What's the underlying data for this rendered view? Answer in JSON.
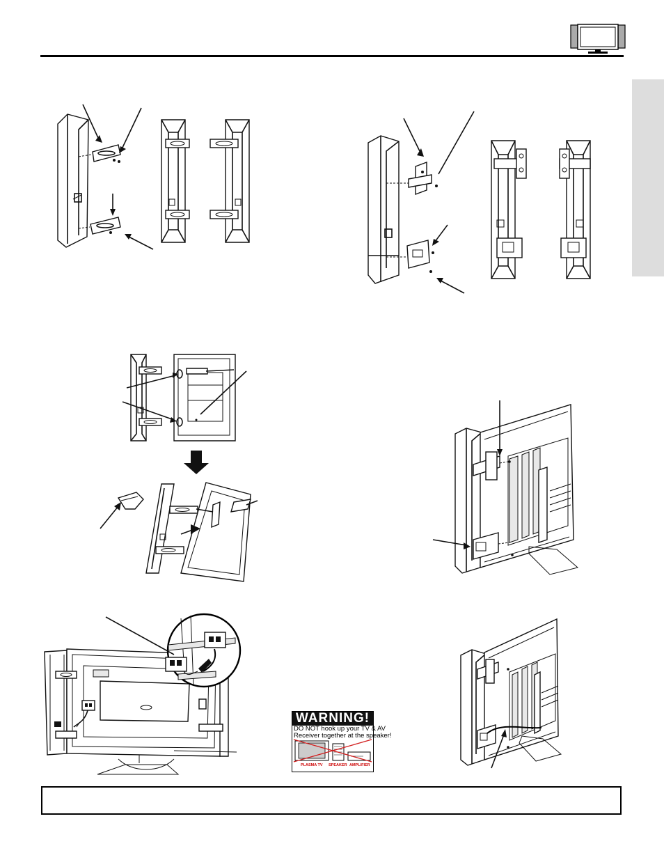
{
  "header": {
    "icon": "plasma-tv-icon"
  },
  "warning_label": {
    "title": "WARNING!",
    "line1": "DO NOT  hook up your TV & AV",
    "line2": "Receiver together at the speaker!",
    "tv_label": "PLASMA TV",
    "speaker_label": "SPEAKER",
    "amp_label": "AMPLIFIER",
    "title_color": "#111111",
    "cross_color": "#d21f1f"
  },
  "note": {
    "text": ""
  },
  "figures": [
    "speaker-bracket-attach-left",
    "speaker-bracket-variants-left",
    "speaker-bracket-attach-right",
    "speaker-bracket-variants-right",
    "speaker-to-tv-alignment",
    "speaker-mounted-on-tv",
    "speaker-cable-connection",
    "speaker-cable-routing"
  ]
}
